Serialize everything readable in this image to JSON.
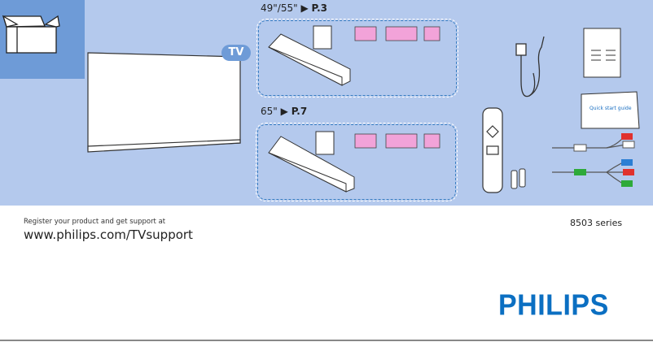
{
  "illustration": {
    "tv_badge": "TV",
    "stand_small": {
      "size": "49\"/55\"",
      "page": "P.3"
    },
    "stand_large": {
      "size": "65\"",
      "page": "P.7"
    },
    "quick_start_guide_label": "Quick start guide",
    "cable_colors": {
      "red": "#e0312e",
      "white": "#ffffff",
      "blue": "#2a7ed4",
      "green": "#2eaa3a"
    },
    "icons": [
      "box-icon",
      "tv-icon",
      "stand-icon",
      "screw-icon",
      "power-cord-icon",
      "remote-icon",
      "battery-icon",
      "manual-icon",
      "av-cable-icon"
    ]
  },
  "footer": {
    "register_text": "Register your product and get support at",
    "support_url": "www.philips.com/TVsupport",
    "series": "8503 series",
    "brand": "PHILIPS"
  },
  "colors": {
    "panel": "#b4c9ed",
    "accent": "#6e9bd7",
    "brand": "#0b6fc2"
  }
}
